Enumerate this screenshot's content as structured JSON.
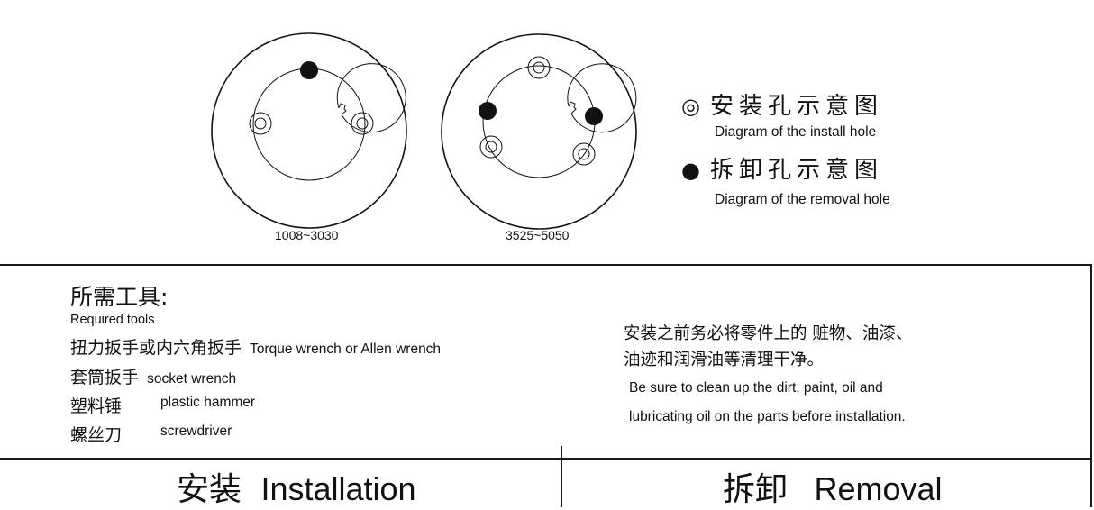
{
  "diagrams": [
    {
      "id": "small",
      "caption": "1008~3030"
    },
    {
      "id": "large",
      "caption": "3525~5050"
    }
  ],
  "legend": {
    "install": {
      "symbol": "◎",
      "zh": "安装孔示意图",
      "en": "Diagram of the install hole"
    },
    "removal": {
      "symbol": "●",
      "zh": "拆卸孔示意图",
      "en": "Diagram of the removal hole"
    }
  },
  "tools": {
    "title_zh": "所需工具:",
    "title_en": "Required tools",
    "items": [
      {
        "zh": "扭力扳手或内六角扳手",
        "en": "Torque wrench or Allen wrench"
      },
      {
        "zh": "套筒扳手",
        "en": "socket wrench"
      },
      {
        "zh": "塑料锤",
        "en": "plastic hammer"
      },
      {
        "zh": "螺丝刀",
        "en": "screwdriver"
      }
    ]
  },
  "note": {
    "zh_line1": "安装之前务必将零件上的 赃物、油漆、",
    "zh_line2": "油迹和润滑油等清理干净。",
    "en_line1": "Be sure to clean up the dirt, paint, oil and",
    "en_line2": "lubricating oil on the parts before installation."
  },
  "sections": {
    "installation": {
      "zh": "安装",
      "en": "Installation"
    },
    "removal": {
      "zh": "拆卸",
      "en": "Removal"
    }
  }
}
